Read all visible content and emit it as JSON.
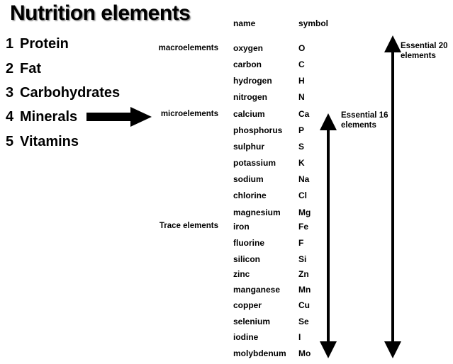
{
  "title": "Nutrition elements",
  "nutrition_list": [
    {
      "num": "1",
      "label": "Protein"
    },
    {
      "num": "2",
      "label": "Fat"
    },
    {
      "num": "3",
      "label": "Carbohydrates"
    },
    {
      "num": "4",
      "label": "Minerals"
    },
    {
      "num": "5",
      "label": "Vitamins"
    }
  ],
  "categories": [
    {
      "label": "macroelements"
    },
    {
      "label": "microelements"
    },
    {
      "label": "Trace elements"
    }
  ],
  "table": {
    "headers": {
      "name": "name",
      "symbol": "symbol"
    },
    "rows": [
      {
        "name": "oxygen",
        "symbol": "O"
      },
      {
        "name": "carbon",
        "symbol": "C"
      },
      {
        "name": "hydrogen",
        "symbol": "H"
      },
      {
        "name": "nitrogen",
        "symbol": "N"
      },
      {
        "name": "calcium",
        "symbol": "Ca"
      },
      {
        "name": "phosphorus",
        "symbol": "P"
      },
      {
        "name": "sulphur",
        "symbol": "S"
      },
      {
        "name": "potassium",
        "symbol": "K"
      },
      {
        "name": "sodium",
        "symbol": "Na"
      },
      {
        "name": "chlorine",
        "symbol": "Cl"
      },
      {
        "name": "magnesium",
        "symbol": "Mg"
      },
      {
        "name": "iron",
        "symbol": "Fe"
      },
      {
        "name": "fluorine",
        "symbol": "F"
      },
      {
        "name": "silicon",
        "symbol": "Si"
      },
      {
        "name": "zinc",
        "symbol": "Zn"
      },
      {
        "name": "manganese",
        "symbol": "Mn"
      },
      {
        "name": "copper",
        "symbol": "Cu"
      },
      {
        "name": "selenium",
        "symbol": "Se"
      },
      {
        "name": "iodine",
        "symbol": "I"
      },
      {
        "name": "molybdenum",
        "symbol": "Mo"
      }
    ]
  },
  "ranges": [
    {
      "line1": "Essential 16",
      "line2": "elements"
    },
    {
      "line1": "Essential 20",
      "line2": "elements"
    }
  ],
  "colors": {
    "ink": "#000000",
    "background": "#ffffff"
  }
}
